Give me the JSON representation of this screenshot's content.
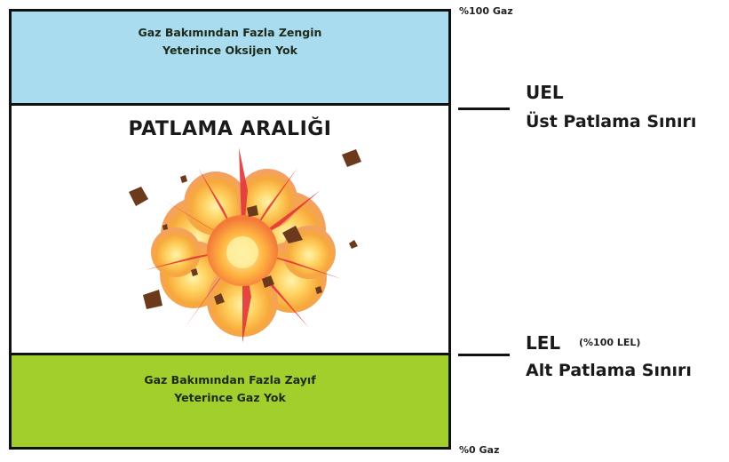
{
  "diagram": {
    "zones": {
      "rich": {
        "line1": "Gaz Bakımından Fazla Zengin",
        "line2": "Yeterince Oksijen Yok",
        "color": "#a9dcee"
      },
      "explosive": {
        "title": "PATLAMA ARALIĞI",
        "illustration_icon": "explosion-icon"
      },
      "lean": {
        "line1": "Gaz Bakımından Fazla Zayıf",
        "line2": "Yeterince Gaz Yok",
        "color": "#a3cf2d"
      }
    },
    "scale": {
      "top": "%100 Gaz",
      "bottom": "%0 Gaz"
    },
    "limits": {
      "upper": {
        "abbr": "UEL",
        "name": "Üst Patlama Sınırı"
      },
      "lower": {
        "abbr": "LEL",
        "note": "(%100 LEL)",
        "name": "Alt Patlama Sınırı"
      }
    }
  }
}
